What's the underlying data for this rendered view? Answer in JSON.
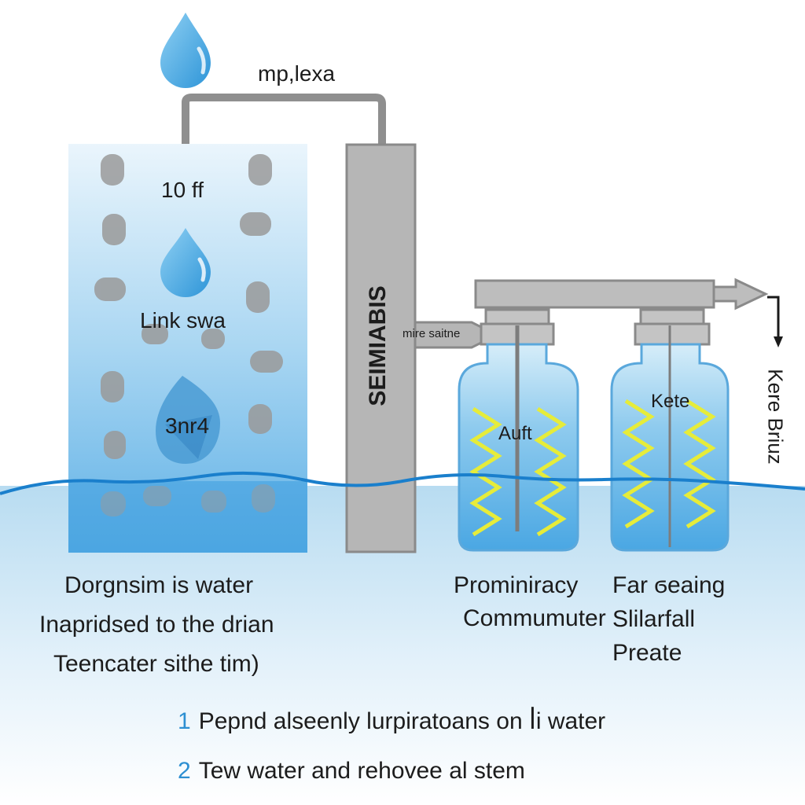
{
  "diagram": {
    "top_label": "mp,lexa",
    "tank": {
      "label_flow": "10 ff",
      "label_middle": "Link swa",
      "label_drop": "3nr4"
    },
    "column": {
      "label": "SEIMIABIS",
      "outlet_label": "mire saitne"
    },
    "vessels": [
      {
        "label": "Auft"
      },
      {
        "label": "Kete"
      }
    ],
    "outlet_side_label": "Kere Briuz",
    "captions": {
      "left": [
        "Dorgnsim is water",
        "Inapridsed to the drian",
        "Teencater sithe tim)"
      ],
      "middle": [
        "Prominiracy",
        "Commumuter"
      ],
      "right": [
        "Far ϭeaing",
        "Slilarfall",
        "Preate"
      ]
    },
    "steps": [
      {
        "number": "1",
        "text": "Pepnd alseenly lurpiratoans on ꟾi water"
      },
      {
        "number": "2",
        "text": "Tew water and rehovee al stem"
      }
    ]
  },
  "colors": {
    "water_light": "#cfe8f6",
    "water_mid": "#7cc0ea",
    "water_dark": "#2a8fd4",
    "pipe_gray": "#9b9b9b",
    "coil_yellow": "#e6ec3a",
    "step_number_blue": "#2d8fd2"
  }
}
